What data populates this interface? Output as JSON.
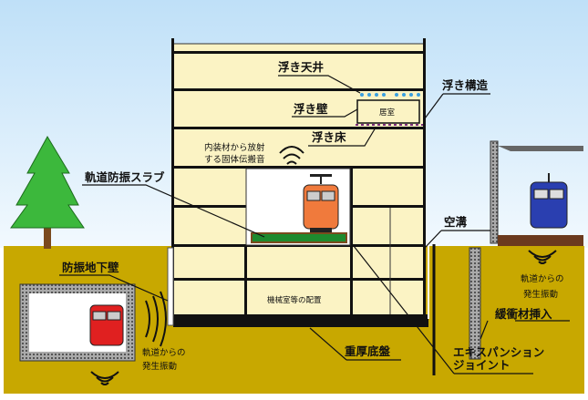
{
  "labels": {
    "floating_ceiling": "浮き天井",
    "floating_wall": "浮き壁",
    "living_room": "居室",
    "floating_structure": "浮き構造",
    "floating_floor": "浮き床",
    "radiated_sound_line1": "内装材から放射",
    "radiated_sound_line2": "する固体伝搬音",
    "track_slab": "軌道防振スラブ",
    "air_trench": "空溝",
    "underground_wall": "防振地下壁",
    "machine_room": "機械室等の配置",
    "left_vibration_line1": "軌道からの",
    "left_vibration_line2": "発生振動",
    "right_vibration_line1": "軌道からの",
    "right_vibration_line2": "発生振動",
    "buffer_material": "緩衝材挿入",
    "heavy_foundation": "重厚底盤",
    "expansion_joint_line1": "エキスパンション",
    "expansion_joint_line2": "ジョイント"
  },
  "colors": {
    "sky_top": "#bfe0f8",
    "sky_bottom": "#eef7fd",
    "ground": "#c8a800",
    "room": "#fbf3c4",
    "tree": "#3cb83c",
    "train_orange": "#f07a3c",
    "train_red": "#e02020",
    "train_blue": "#2a3fb0"
  }
}
